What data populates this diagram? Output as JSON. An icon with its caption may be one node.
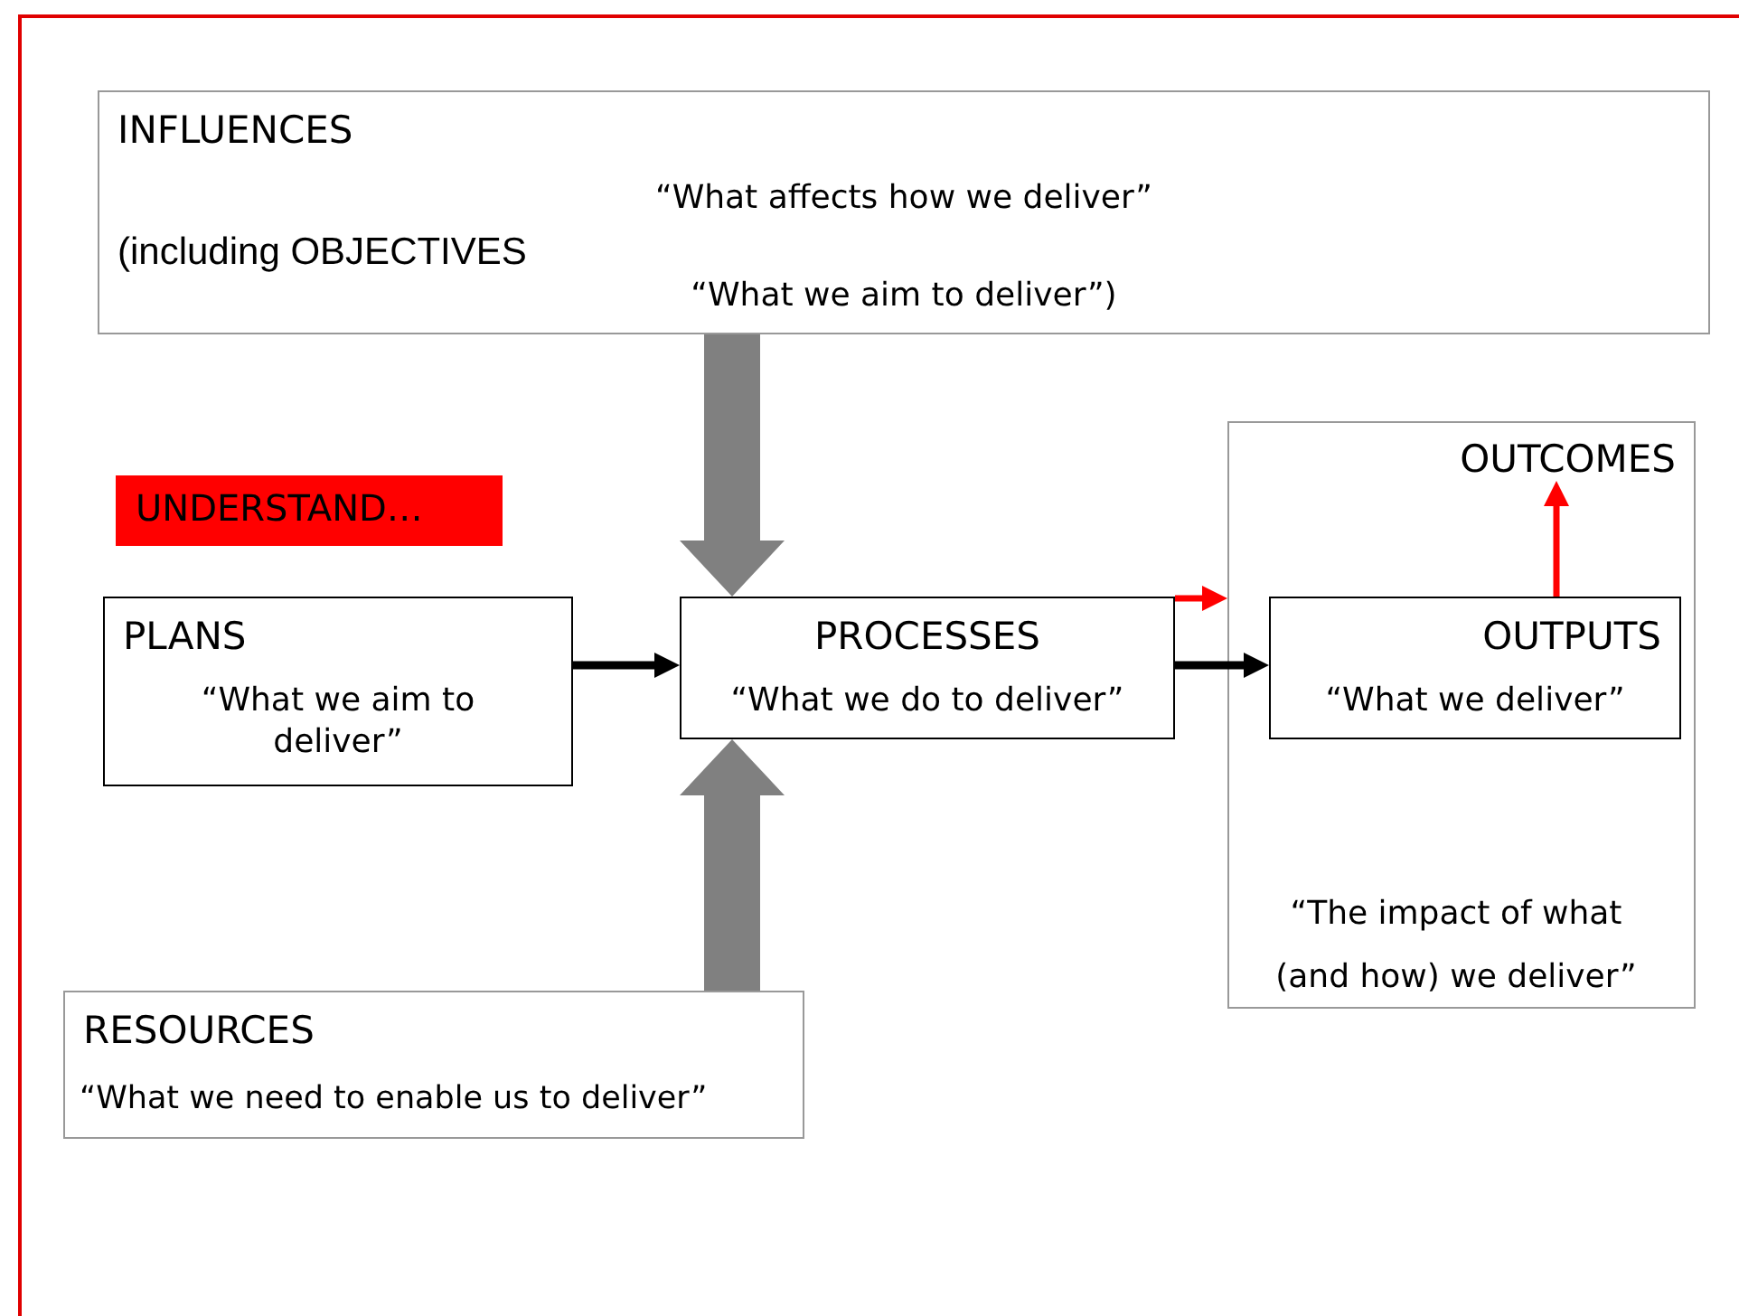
{
  "diagram": {
    "nodes": [
      {
        "text": [
          "INFLUENCES",
          "“What affects how we deliver”",
          "(including OBJECTIVES",
          "“What we aim to deliver”)"
        ]
      },
      {
        "text": [
          "UNDERSTAND…"
        ]
      },
      {
        "text": [
          "PLANS",
          "“What we aim to deliver”"
        ]
      },
      {
        "text": [
          "PROCESSES",
          "“What we do to deliver”"
        ]
      },
      {
        "text": [
          "OUTCOMES",
          "“The impact of what (and how) we deliver”"
        ]
      },
      {
        "text": [
          "OUTPUTS",
          "“What we deliver”"
        ],
        "in": 4
      },
      {
        "text": [
          "RESOURCES",
          "“What we need to enable us to deliver”"
        ]
      }
    ],
    "edges": [
      {
        "from": 0,
        "to": 3,
        "arrow": "to",
        "style": "thick",
        "color": "#808080"
      },
      {
        "from": 6,
        "to": 3,
        "arrow": "to",
        "style": "thick",
        "color": "#808080"
      },
      {
        "from": 2,
        "to": 3,
        "arrow": "to",
        "color": "#000000"
      },
      {
        "from": 3,
        "to": 5,
        "arrow": "to",
        "color": "#000000"
      },
      {
        "from": 3,
        "to": 4,
        "arrow": "to",
        "color": "#ff0000"
      },
      {
        "from": 5,
        "to": 4,
        "arrow": "to",
        "color": "#ff0000"
      }
    ]
  }
}
